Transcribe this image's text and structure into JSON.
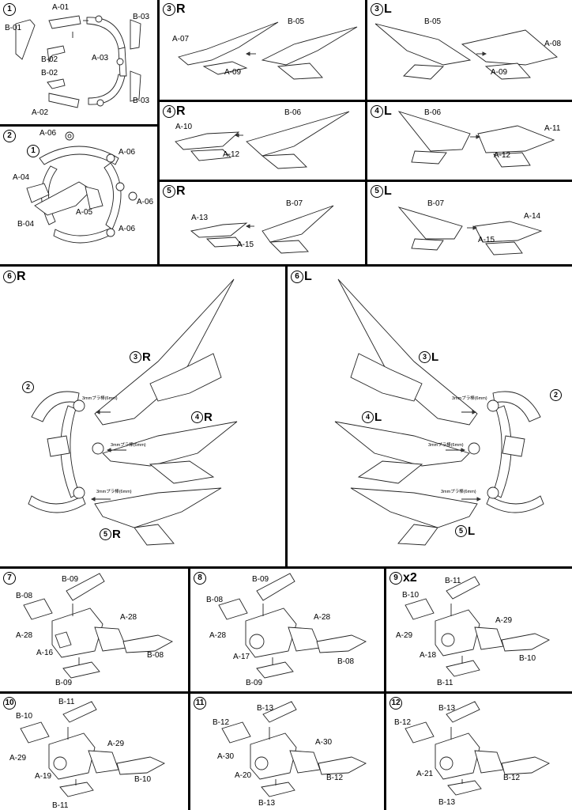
{
  "panels": {
    "p1": {
      "num": "1",
      "suffix": "",
      "labels": [
        "A-01",
        "B-03",
        "B-01",
        "A-03",
        "B-02",
        "B-02",
        "B-03",
        "A-02"
      ]
    },
    "p2": {
      "num": "2",
      "suffix": "",
      "sub": "1",
      "labels": [
        "A-06",
        "A-06",
        "A-04",
        "A-05",
        "A-06",
        "B-04",
        "A-06"
      ]
    },
    "p3r": {
      "num": "3",
      "suffix": "R",
      "labels": [
        "B-05",
        "A-07",
        "A-09"
      ]
    },
    "p3l": {
      "num": "3",
      "suffix": "L",
      "labels": [
        "B-05",
        "A-08",
        "A-09"
      ]
    },
    "p4r": {
      "num": "4",
      "suffix": "R",
      "labels": [
        "B-06",
        "A-10",
        "A-12"
      ]
    },
    "p4l": {
      "num": "4",
      "suffix": "L",
      "labels": [
        "B-06",
        "A-11",
        "A-12"
      ]
    },
    "p5r": {
      "num": "5",
      "suffix": "R",
      "labels": [
        "B-07",
        "A-13",
        "A-15"
      ]
    },
    "p5l": {
      "num": "5",
      "suffix": "L",
      "labels": [
        "B-07",
        "A-14",
        "A-15"
      ]
    },
    "p6r": {
      "num": "6",
      "suffix": "R",
      "c3": "3",
      "c3s": "R",
      "c4": "4",
      "c4s": "R",
      "c5": "5",
      "c5s": "R",
      "c2": "2"
    },
    "p6l": {
      "num": "6",
      "suffix": "L",
      "c3": "3",
      "c3s": "L",
      "c4": "4",
      "c4s": "L",
      "c5": "5",
      "c5s": "L",
      "c2": "2"
    },
    "p7": {
      "num": "7",
      "suffix": "",
      "labels": [
        "B-09",
        "B-08",
        "A-28",
        "A-28",
        "A-16",
        "B-08",
        "B-09"
      ]
    },
    "p8": {
      "num": "8",
      "suffix": "",
      "labels": [
        "B-09",
        "B-08",
        "A-28",
        "A-28",
        "A-17",
        "B-08",
        "B-09"
      ]
    },
    "p9": {
      "num": "9",
      "suffix": "x2",
      "labels": [
        "B-11",
        "B-10",
        "A-29",
        "A-29",
        "A-18",
        "B-10",
        "B-11"
      ]
    },
    "p10": {
      "num": "10",
      "suffix": "",
      "labels": [
        "B-11",
        "B-10",
        "A-29",
        "A-29",
        "A-19",
        "B-10",
        "B-11"
      ]
    },
    "p11": {
      "num": "11",
      "suffix": "",
      "labels": [
        "B-13",
        "B-12",
        "A-30",
        "A-30",
        "A-20",
        "B-12",
        "B-13"
      ]
    },
    "p12": {
      "num": "12",
      "suffix": "",
      "labels": [
        "B-13",
        "B-12",
        "A-21",
        "B-12",
        "B-13"
      ]
    }
  },
  "rod_note": "3mmプラ棒(6mm)"
}
